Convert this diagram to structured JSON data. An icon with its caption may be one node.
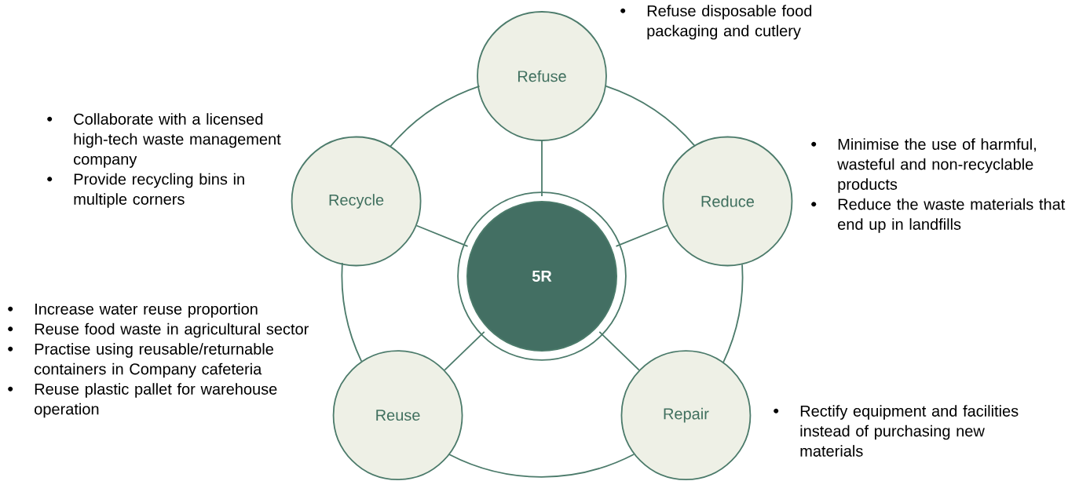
{
  "diagram": {
    "nodes": [
      {
        "text": [
          "5R"
        ]
      },
      {
        "text": [
          "Refuse"
        ],
        "beside": [
          "Refuse disposable food packaging and cutlery"
        ]
      },
      {
        "text": [
          "Reduce"
        ],
        "beside": [
          "Minimise the use of harmful, wasteful and non-recyclable products",
          "Reduce the waste materials that end up in landfills"
        ]
      },
      {
        "text": [
          "Repair"
        ],
        "beside": [
          "Rectify equipment and facilities instead of purchasing new materials"
        ]
      },
      {
        "text": [
          "Reuse"
        ],
        "beside": [
          "Increase water reuse proportion",
          "Reuse food waste in agricultural sector",
          "Practise using reusable/returnable containers in Company cafeteria",
          "Reuse plastic pallet for warehouse operation"
        ]
      },
      {
        "text": [
          "Recycle"
        ],
        "beside": [
          "Collaborate with a licensed high-tech waste management company",
          "Provide recycling bins in multiple corners"
        ]
      }
    ],
    "edges": [
      {
        "from": 0,
        "to": 1,
        "arrow": "none"
      },
      {
        "from": 0,
        "to": 2,
        "arrow": "none"
      },
      {
        "from": 0,
        "to": 3,
        "arrow": "none"
      },
      {
        "from": 0,
        "to": 4,
        "arrow": "none"
      },
      {
        "from": 0,
        "to": 5,
        "arrow": "none"
      },
      {
        "from": 1,
        "to": 2,
        "arrow": "none"
      },
      {
        "from": 2,
        "to": 3,
        "arrow": "none"
      },
      {
        "from": 3,
        "to": 4,
        "arrow": "none"
      },
      {
        "from": 4,
        "to": 5,
        "arrow": "none"
      },
      {
        "from": 5,
        "to": 1,
        "arrow": "none"
      }
    ]
  }
}
